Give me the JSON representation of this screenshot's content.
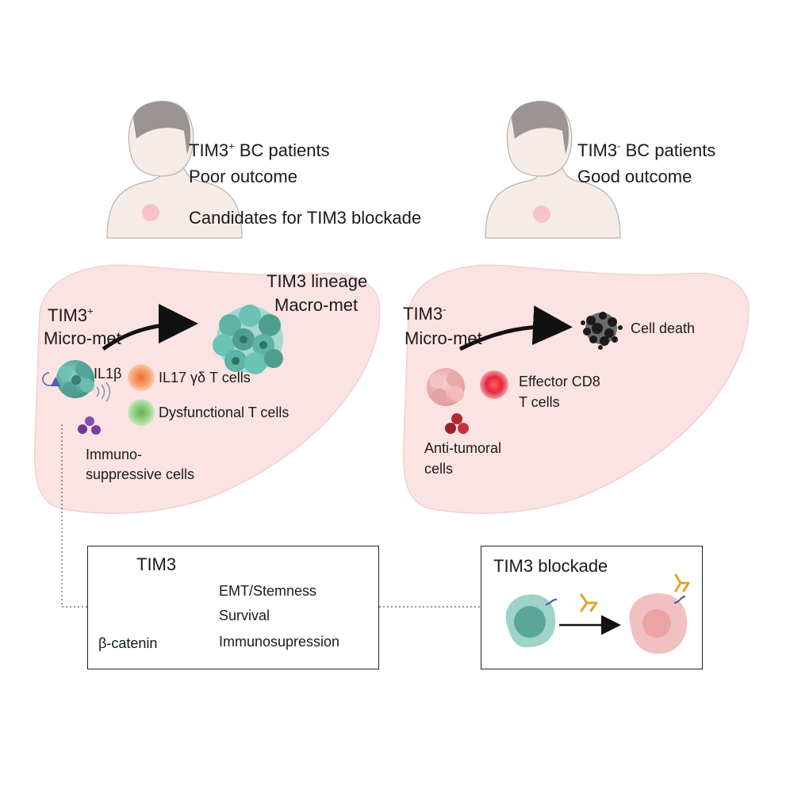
{
  "patients": {
    "positive": {
      "group_main": "TIM3",
      "group_sup": "+",
      "group_rest": " BC patients",
      "outcome": "Poor outcome",
      "note": "Candidates for TIM3 blockade"
    },
    "negative": {
      "group_main": "TIM3",
      "group_sup": "-",
      "group_rest": " BC patients",
      "outcome": "Good outcome"
    }
  },
  "liver_positive": {
    "micromet_main": "TIM3",
    "micromet_sup": "+",
    "micromet_line2": "Micro-met",
    "macromet_line1": "TIM3  lineage",
    "macromet_line2": "Macro-met",
    "il1b": "IL1β",
    "il17": "IL17 γδ T cells",
    "dysfunctional": "Dysfunctional T cells",
    "immuno_line1": "Immuno-",
    "immuno_line2": "suppressive cells"
  },
  "liver_negative": {
    "micromet_main": "TIM3",
    "micromet_sup": "-",
    "micromet_line2": "Micro-met",
    "cell_death": "Cell death",
    "effector_line1": "Effector CD8",
    "effector_line2": "T cells",
    "anti_line1": "Anti-tumoral",
    "anti_line2": "cells"
  },
  "mechanism_box": {
    "title": "TIM3",
    "beta_catenin": "β-catenin",
    "outcomes": [
      "EMT/Stemness",
      "Survival",
      "Immunosupression"
    ]
  },
  "blockade_box": {
    "title": "TIM3 blockade"
  },
  "colors": {
    "liver": "#fbe3e3",
    "teal": "#5ab3a4",
    "teal_dark": "#3f8f82",
    "pink_cell": "#f1b3b3",
    "orange_cell": "#f08a4e",
    "green_cell": "#7ac36a",
    "red_cell": "#e8384a",
    "purple_cell": "#7b3fa0",
    "antibody": "#e0a52b",
    "receptor": "#4a5aa8"
  }
}
